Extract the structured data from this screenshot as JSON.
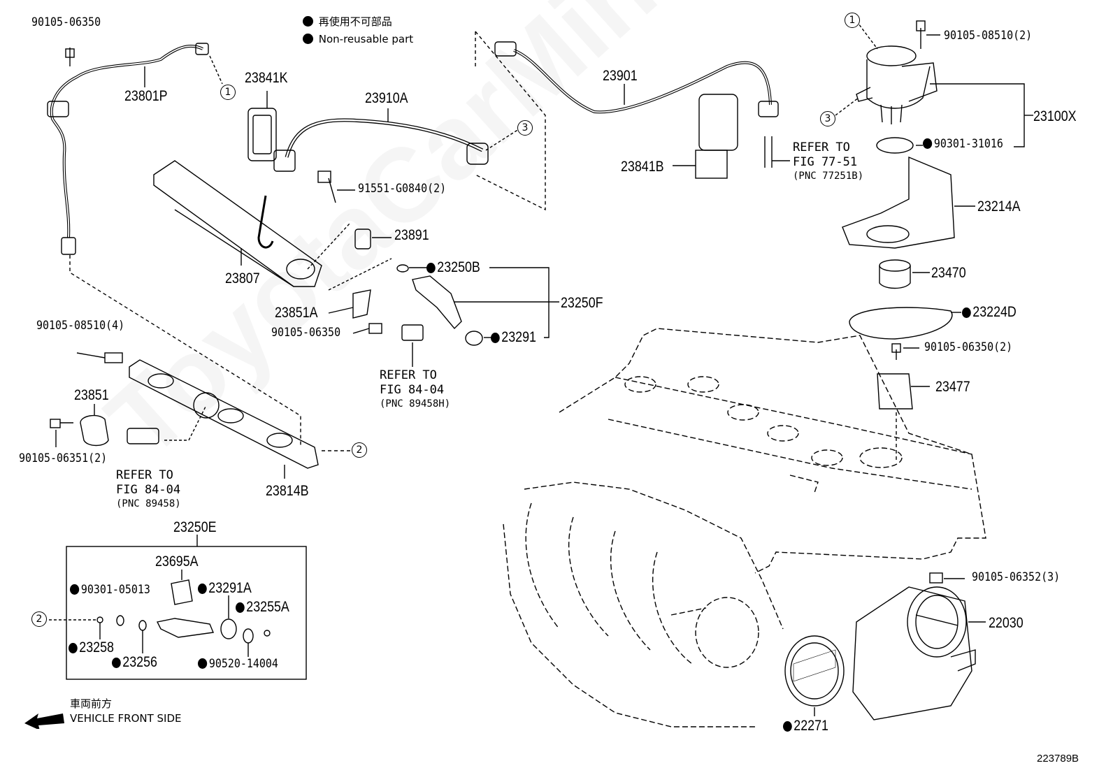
{
  "legend": {
    "jp": "再使用不可部品",
    "en": "Non-reusable part"
  },
  "watermark": "ToyotaCarMine.ru",
  "figure_id": "223789B",
  "vehicle_front": {
    "jp": "車両前方",
    "en": "VEHICLE FRONT SIDE"
  },
  "callouts": {
    "one": "1",
    "two": "2",
    "three": "3"
  },
  "parts": {
    "p_90105_06350_top": "90105-06350",
    "p_23801P": "23801P",
    "p_23841K": "23841K",
    "p_23910A": "23910A",
    "p_23901": "23901",
    "p_23841B": "23841B",
    "p_90105_08510_2": "90105-08510(2)",
    "p_23100X": "23100X",
    "p_90301_31016": "90301-31016",
    "p_23214A": "23214A",
    "p_91551_G0840": "91551-G0840(2)",
    "p_23891": "23891",
    "p_23807": "23807",
    "p_23250B": "23250B",
    "p_23250F": "23250F",
    "p_23851A": "23851A",
    "p_90105_06350_mid": "90105-06350",
    "p_23291": "23291",
    "p_23470": "23470",
    "p_23224D": "23224D",
    "p_90105_06350_2": "90105-06350(2)",
    "p_23477": "23477",
    "p_90105_08510_4": "90105-08510(4)",
    "p_23851": "23851",
    "p_90105_06351": "90105-06351(2)",
    "p_23814B": "23814B",
    "p_23250E": "23250E",
    "p_23695A": "23695A",
    "p_90301_05013": "90301-05013",
    "p_23291A": "23291A",
    "p_23255A": "23255A",
    "p_23258": "23258",
    "p_23256": "23256",
    "p_90520_14004": "90520-14004",
    "p_90105_06352": "90105-06352(3)",
    "p_22030": "22030",
    "p_22271": "22271"
  },
  "refs": {
    "ref_77_51": {
      "line1": "REFER TO",
      "line2": "FIG 77-51",
      "line3": "(PNC 77251B)"
    },
    "ref_84_04_a": {
      "line1": "REFER TO",
      "line2": "FIG 84-04",
      "line3": "(PNC 89458H)"
    },
    "ref_84_04_b": {
      "line1": "REFER TO",
      "line2": "FIG 84-04",
      "line3": "(PNC 89458)"
    }
  }
}
